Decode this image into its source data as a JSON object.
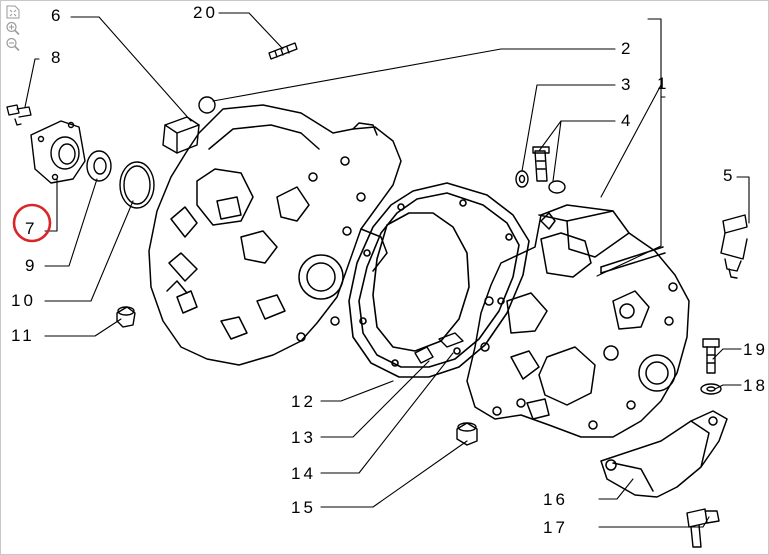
{
  "toolbar": {
    "fit_icon": "fit-page-icon",
    "zoom_in_icon": "zoom-in-icon",
    "zoom_out_icon": "zoom-out-icon"
  },
  "highlight": {
    "part": "7",
    "color": "#d9262b"
  },
  "callouts": [
    {
      "id": "c1",
      "text": "1"
    },
    {
      "id": "c2",
      "text": "2"
    },
    {
      "id": "c3",
      "text": "3"
    },
    {
      "id": "c4",
      "text": "4"
    },
    {
      "id": "c5",
      "text": "5"
    },
    {
      "id": "c6",
      "text": "6"
    },
    {
      "id": "c7",
      "text": "7"
    },
    {
      "id": "c8",
      "text": "8"
    },
    {
      "id": "c9",
      "text": "9"
    },
    {
      "id": "c10",
      "text": "10"
    },
    {
      "id": "c11",
      "text": "11"
    },
    {
      "id": "c12",
      "text": "12"
    },
    {
      "id": "c13",
      "text": "13"
    },
    {
      "id": "c14",
      "text": "14"
    },
    {
      "id": "c15",
      "text": "15"
    },
    {
      "id": "c16",
      "text": "16"
    },
    {
      "id": "c17",
      "text": "17"
    },
    {
      "id": "c18",
      "text": "18"
    },
    {
      "id": "c19",
      "text": "19"
    },
    {
      "id": "c20",
      "text": "20"
    }
  ]
}
